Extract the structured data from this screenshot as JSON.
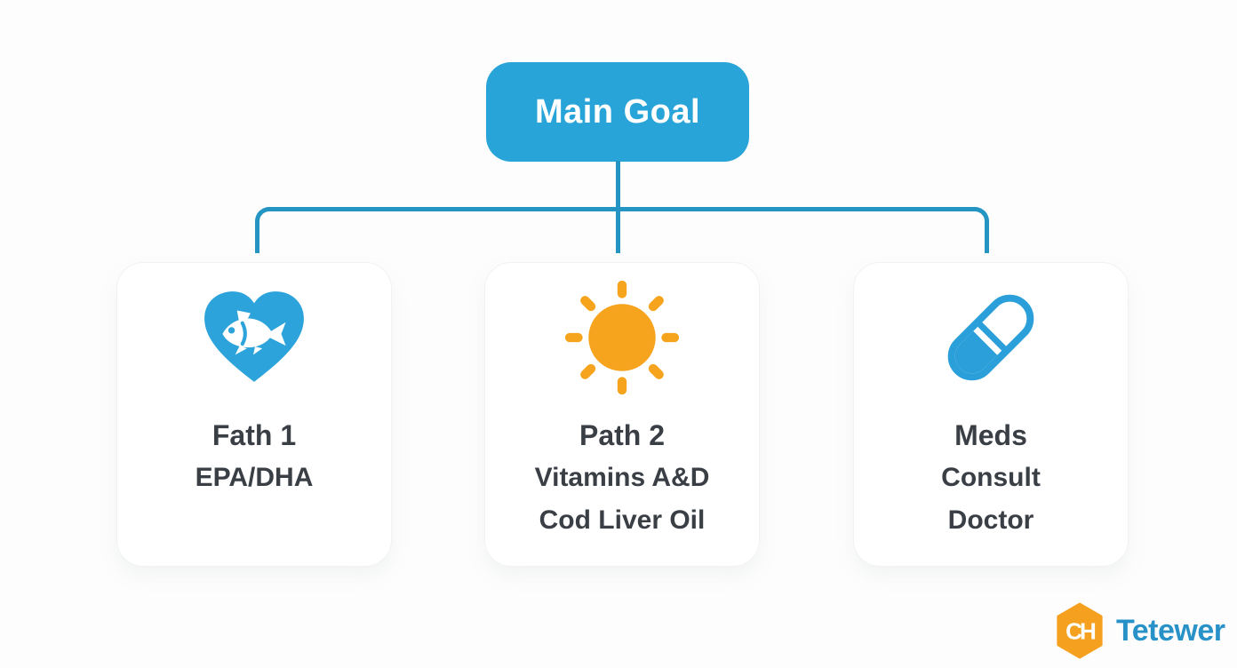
{
  "diagram": {
    "root_label": "Main Goal",
    "branches": [
      {
        "icon": "heart-fish",
        "title": "Fath 1",
        "lines": [
          "EPA/DHA"
        ]
      },
      {
        "icon": "sun",
        "title": "Path 2",
        "lines": [
          "Vitamins A&D",
          "Cod Liver Oil"
        ]
      },
      {
        "icon": "pill",
        "title": "Meds",
        "lines": [
          "Consult",
          "Doctor"
        ]
      }
    ]
  },
  "brand": {
    "name": "Tetewer",
    "monogram": "CH"
  },
  "colors": {
    "primary_blue": "#29a4d9",
    "connector_blue": "#2495c2",
    "sun_orange": "#f6a41e",
    "logo_orange": "#f5a01e",
    "logo_text_blue": "#2892c8",
    "text_dark": "#3a3f46",
    "card_background": "#ffffff"
  }
}
